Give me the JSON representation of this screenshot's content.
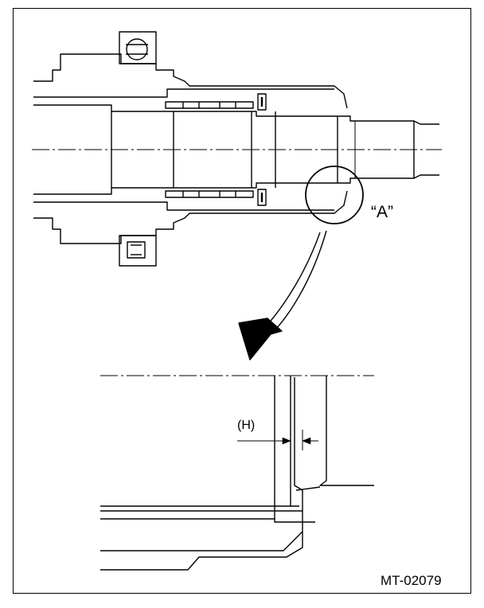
{
  "labels": {
    "detail_callout": "“A”",
    "dimension": "(H)",
    "figure_code": "MT-02079"
  }
}
